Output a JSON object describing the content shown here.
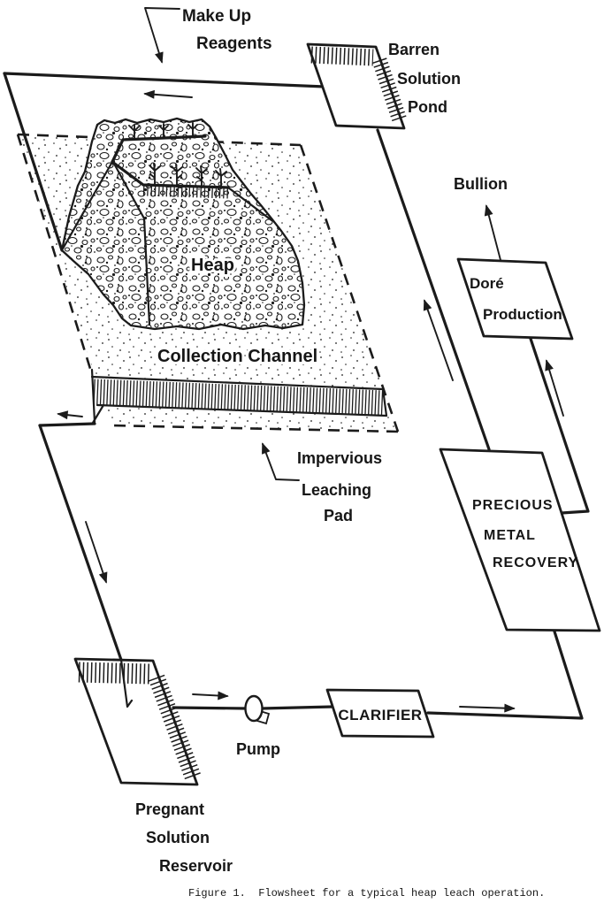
{
  "figure": {
    "caption": "Figure 1.  Flowsheet for a typical heap leach operation."
  },
  "labels": {
    "make_up_reagents": [
      "Make Up",
      "Reagents"
    ],
    "barren_solution_pond": [
      "Barren",
      "Solution",
      "Pond"
    ],
    "bullion": "Bullion",
    "dore_production": [
      "Doré",
      "Production"
    ],
    "precious_metal_recovery": [
      "PRECIOUS",
      "METAL",
      "RECOVERY"
    ],
    "heap": "Heap",
    "collection_channel": "Collection Channel",
    "impervious_leaching_pad": [
      "Impervious",
      "Leaching",
      "Pad"
    ],
    "clarifier": "CLARIFIER",
    "pump": "Pump",
    "pregnant_solution_reservoir": [
      "Pregnant",
      "Solution",
      "Reservoir"
    ]
  },
  "colors": {
    "ink": "#1b1b1b",
    "paper": "#ffffff"
  }
}
